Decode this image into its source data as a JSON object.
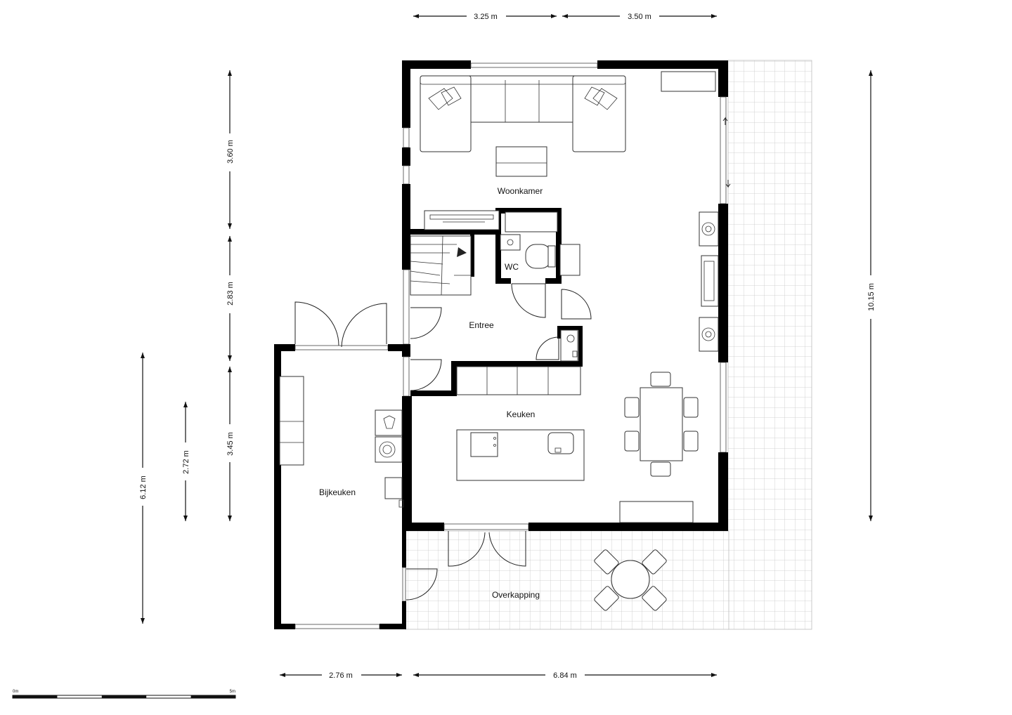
{
  "rooms": {
    "woonkamer": "Woonkamer",
    "wc": "WC",
    "entree": "Entree",
    "keuken": "Keuken",
    "bijkeuken": "Bijkeuken",
    "overkapping": "Overkapping"
  },
  "dimensions": {
    "top_left": "3.25 m",
    "top_right": "3.50 m",
    "left_upper": "3.60 m",
    "left_middle": "2.83 m",
    "left_lower": "3.45 m",
    "left_bijkeuken_inner": "2.72 m",
    "left_bijkeuken_outer": "6.12 m",
    "right_total": "10.15 m",
    "bottom_left": "2.76 m",
    "bottom_right": "6.84 m"
  },
  "scale_bar": {
    "start": "0m",
    "end": "5m",
    "segments": 5
  },
  "colors": {
    "wall": "#000000",
    "tile_grid": "#c8c8c8",
    "background": "#ffffff"
  }
}
